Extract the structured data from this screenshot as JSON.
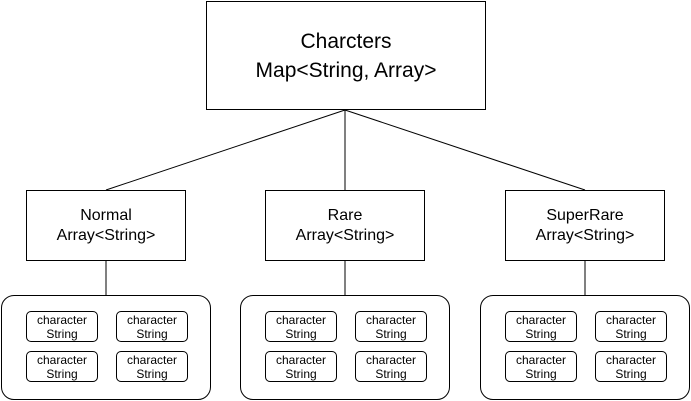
{
  "root": {
    "title": "Charcters",
    "type": "Map<String, Array>"
  },
  "categories": [
    {
      "name": "Normal",
      "type": "Array<String>",
      "items": [
        {
          "name": "character",
          "type": "String"
        },
        {
          "name": "character",
          "type": "String"
        },
        {
          "name": "character",
          "type": "String"
        },
        {
          "name": "character",
          "type": "String"
        }
      ]
    },
    {
      "name": "Rare",
      "type": "Array<String>",
      "items": [
        {
          "name": "character",
          "type": "String"
        },
        {
          "name": "character",
          "type": "String"
        },
        {
          "name": "character",
          "type": "String"
        },
        {
          "name": "character",
          "type": "String"
        }
      ]
    },
    {
      "name": "SuperRare",
      "type": "Array<String>",
      "items": [
        {
          "name": "character",
          "type": "String"
        },
        {
          "name": "character",
          "type": "String"
        },
        {
          "name": "character",
          "type": "String"
        },
        {
          "name": "character",
          "type": "String"
        }
      ]
    }
  ]
}
